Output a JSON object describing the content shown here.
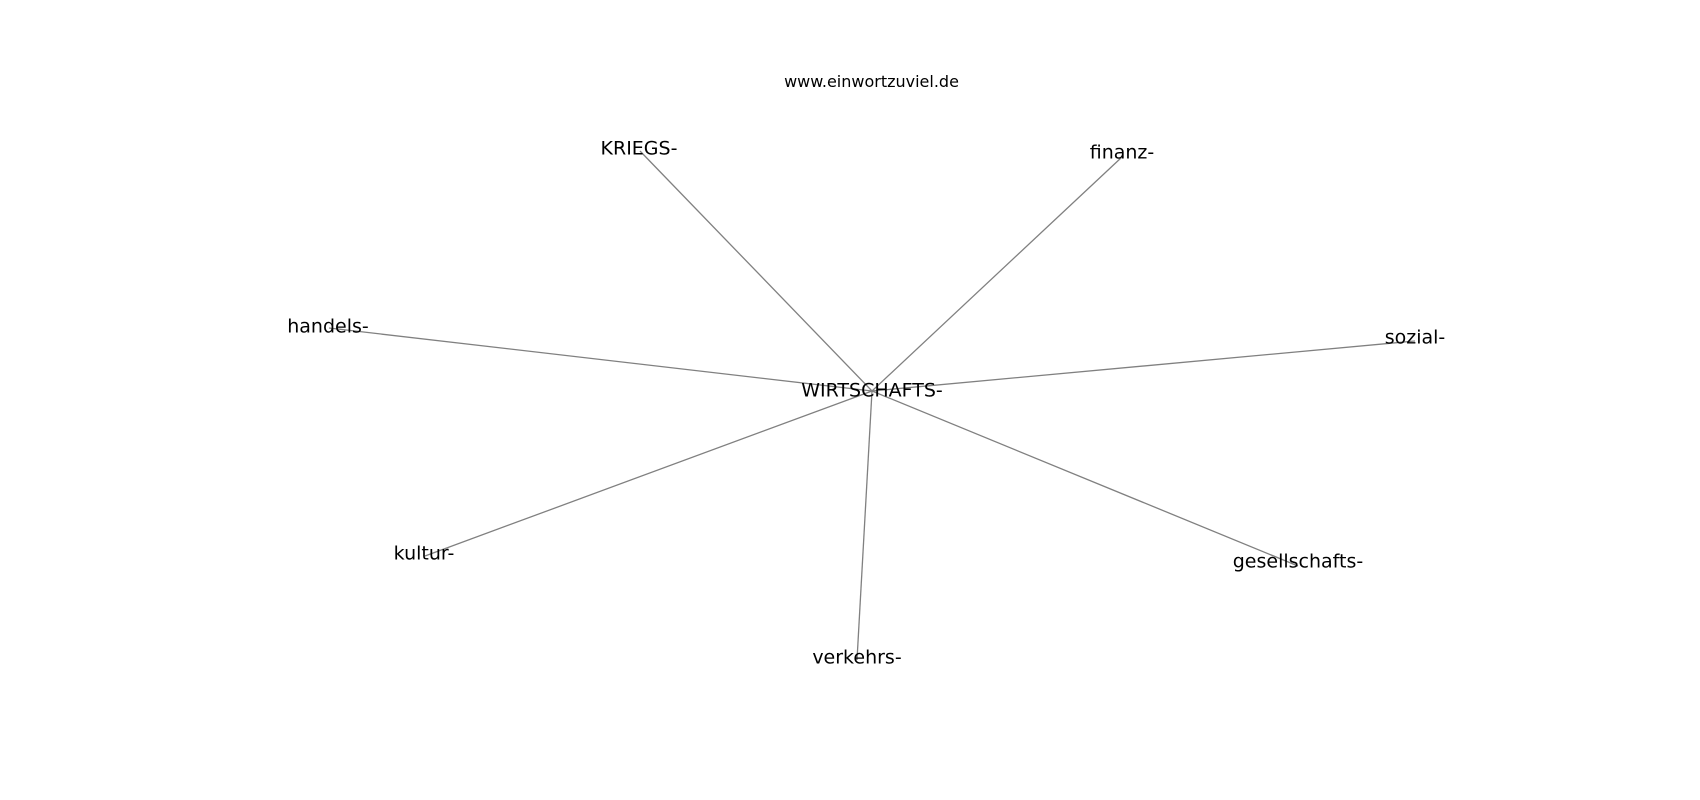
{
  "header": {
    "site": "www.einwortzuviel.de"
  },
  "graph": {
    "center": {
      "id": "center",
      "label": "WIRTSCHAFTS-"
    },
    "nodes": [
      {
        "id": "kriegs",
        "label": "KRIEGS-"
      },
      {
        "id": "finanz",
        "label": "finanz-"
      },
      {
        "id": "handels",
        "label": "handels-"
      },
      {
        "id": "sozial",
        "label": "sozial-"
      },
      {
        "id": "kultur",
        "label": "kultur-"
      },
      {
        "id": "gesellschafts",
        "label": "gesellschafts-"
      },
      {
        "id": "verkehrs",
        "label": "verkehrs-"
      }
    ],
    "edges": [
      [
        "center",
        "kriegs"
      ],
      [
        "center",
        "finanz"
      ],
      [
        "center",
        "handels"
      ],
      [
        "center",
        "sozial"
      ],
      [
        "center",
        "kultur"
      ],
      [
        "center",
        "gesellschafts"
      ],
      [
        "center",
        "verkehrs"
      ]
    ],
    "edge_color": "#808080",
    "text_color": "#000000"
  }
}
